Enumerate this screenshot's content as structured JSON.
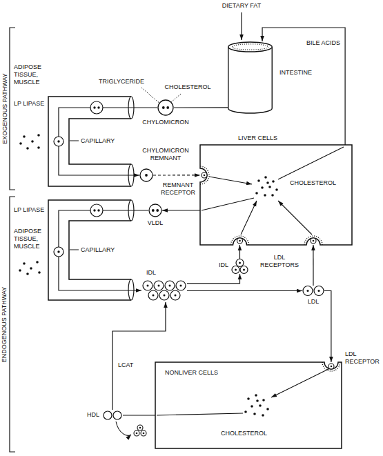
{
  "diagram": {
    "nodes": [
      {
        "text": [
          "INTESTINE"
        ]
      },
      {
        "text": [
          "CHYLOMICRON"
        ]
      },
      {
        "text": [
          "CHYLOMICRON REMNANT"
        ]
      },
      {
        "text": [
          "LIVER CELLS",
          "CHOLESTEROL"
        ]
      },
      {
        "text": [
          "VLDL"
        ]
      },
      {
        "text": [
          "IDL"
        ]
      },
      {
        "text": [
          "IDL"
        ]
      },
      {
        "text": [
          "LDL"
        ]
      },
      {
        "text": [
          "NONLIVER CELLS",
          "CHOLESTEROL"
        ]
      },
      {
        "text": [
          "HDL"
        ]
      }
    ],
    "edges": [
      {
        "from": 0,
        "to": 1,
        "arrow": "none"
      },
      {
        "from": 1,
        "to": 2,
        "arrow": "to"
      },
      {
        "from": 2,
        "to": 3,
        "arrow": "to"
      },
      {
        "from": 3,
        "to": 4,
        "arrow": "to"
      },
      {
        "from": 4,
        "to": 5,
        "arrow": "to"
      },
      {
        "from": 5,
        "to": 6,
        "arrow": "to"
      },
      {
        "from": 6,
        "to": 3,
        "arrow": "to"
      },
      {
        "from": 5,
        "to": 7,
        "arrow": "to"
      },
      {
        "from": 7,
        "to": 3,
        "arrow": "to"
      },
      {
        "from": 7,
        "to": 8,
        "arrow": "to"
      },
      {
        "from": 8,
        "to": 9,
        "arrow": "none"
      },
      {
        "from": 9,
        "to": 5,
        "label": "LCAT",
        "arrow": "to"
      },
      {
        "from": 3,
        "to": 0,
        "label": "BILE ACIDS",
        "arrow": "to"
      }
    ],
    "labels": [
      "DIETARY FAT",
      "TRIGLYCERIDE",
      "CHOLESTEROL",
      "EXOGENOUS PATHWAY",
      "ADIPOSE TISSUE, MUSCLE",
      "LP LIPASE",
      "CAPILLARY",
      "REMNANT RECEPTOR",
      "LDL RECEPTORS",
      "ENDOGENOUS PATHWAY",
      "ADIPOSE TISSUE, MUSCLE",
      "LP LIPASE",
      "CAPILLARY",
      "LDL RECEPTOR"
    ]
  }
}
